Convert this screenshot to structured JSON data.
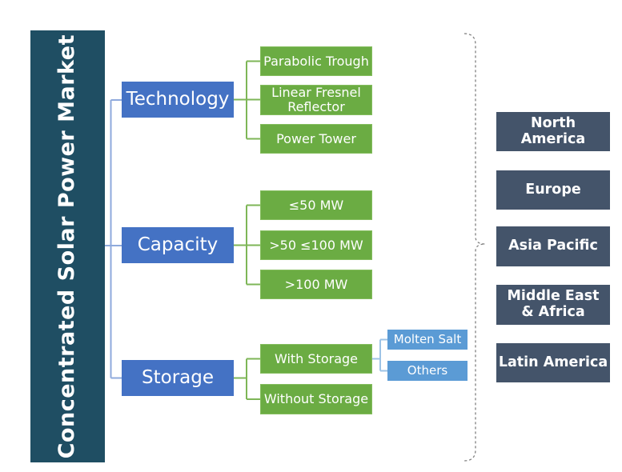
{
  "title": "Concentrated Solar Power Market",
  "segments": [
    {
      "label": "Technology",
      "children": [
        "Parabolic Trough",
        "Linear Fresnel Reflector",
        "Power Tower"
      ]
    },
    {
      "label": "Capacity",
      "children": [
        "≤50 MW",
        ">50 ≤100 MW",
        ">100 MW"
      ]
    },
    {
      "label": "Storage",
      "children": [
        "With Storage",
        "Without Storage"
      ]
    }
  ],
  "storage_sub": [
    "Molten Salt",
    "Others"
  ],
  "regions": [
    "North America",
    "Europe",
    "Asia Pacific",
    "Middle East & Africa",
    "Latin America"
  ],
  "colors": {
    "bar": "#1F4E63",
    "blue": "#4472C4",
    "green": "#6BAC43",
    "greenBorder": "#84bd5e",
    "lightblue": "#5B9BD5",
    "region": "#44546A",
    "connBlue": "#8FAADC",
    "connGreen": "#7EB657",
    "connLightBlue": "#9DC3E6",
    "brace": "#808080"
  }
}
